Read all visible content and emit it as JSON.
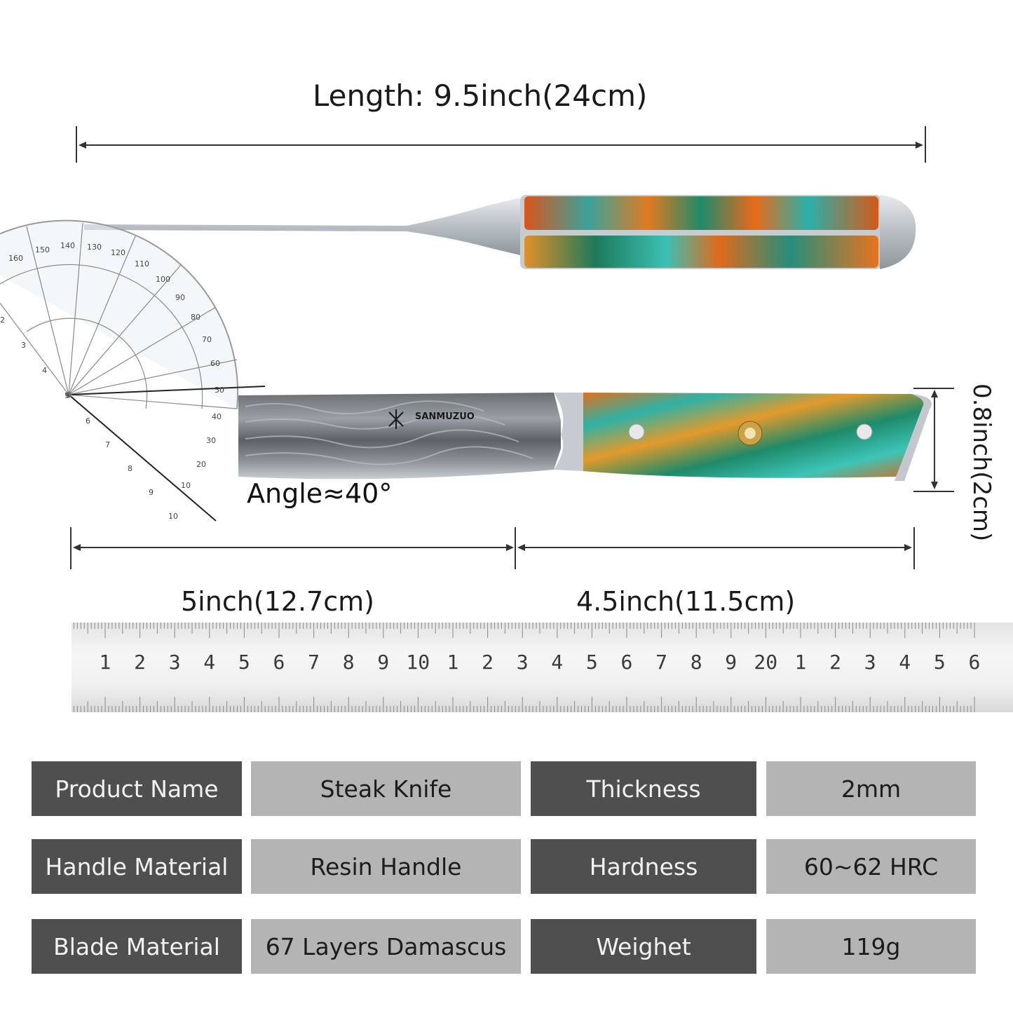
{
  "dimensions": {
    "total_length": "Length: 9.5inch(24cm)",
    "blade_length": "5inch(12.7cm)",
    "handle_length": "4.5inch(11.5cm)",
    "width": "0.8inch(2cm)",
    "angle": "Angle≈40°"
  },
  "knife": {
    "brand": "SANMUZUO",
    "handle_colors": [
      "#2aa7a0",
      "#e06a1a",
      "#1f7a54",
      "#f0a030"
    ]
  },
  "protractor": {
    "outer_scale": [
      "160",
      "150",
      "140",
      "130",
      "120",
      "110",
      "100",
      "90",
      "80",
      "70",
      "60",
      "50",
      "40",
      "30",
      "20",
      "10"
    ],
    "inner_scale": [
      "2",
      "3",
      "4",
      "5",
      "6",
      "7",
      "8",
      "9",
      "10"
    ]
  },
  "ruler": {
    "labels": [
      "1",
      "2",
      "3",
      "4",
      "5",
      "6",
      "7",
      "8",
      "9",
      "10",
      "1",
      "2",
      "3",
      "4",
      "5",
      "6",
      "7",
      "8",
      "9",
      "20",
      "1",
      "2",
      "3",
      "4",
      "5",
      "6"
    ]
  },
  "specs": [
    {
      "label": "Product Name",
      "value": "Steak Knife",
      "label2": "Thickness",
      "value2": "2mm"
    },
    {
      "label": "Handle Material",
      "value": "Resin Handle",
      "label2": "Hardness",
      "value2": "60~62 HRC"
    },
    {
      "label": "Blade Material",
      "value": "67 Layers Damascus",
      "label2": "Weighet",
      "value2": "119g"
    }
  ]
}
